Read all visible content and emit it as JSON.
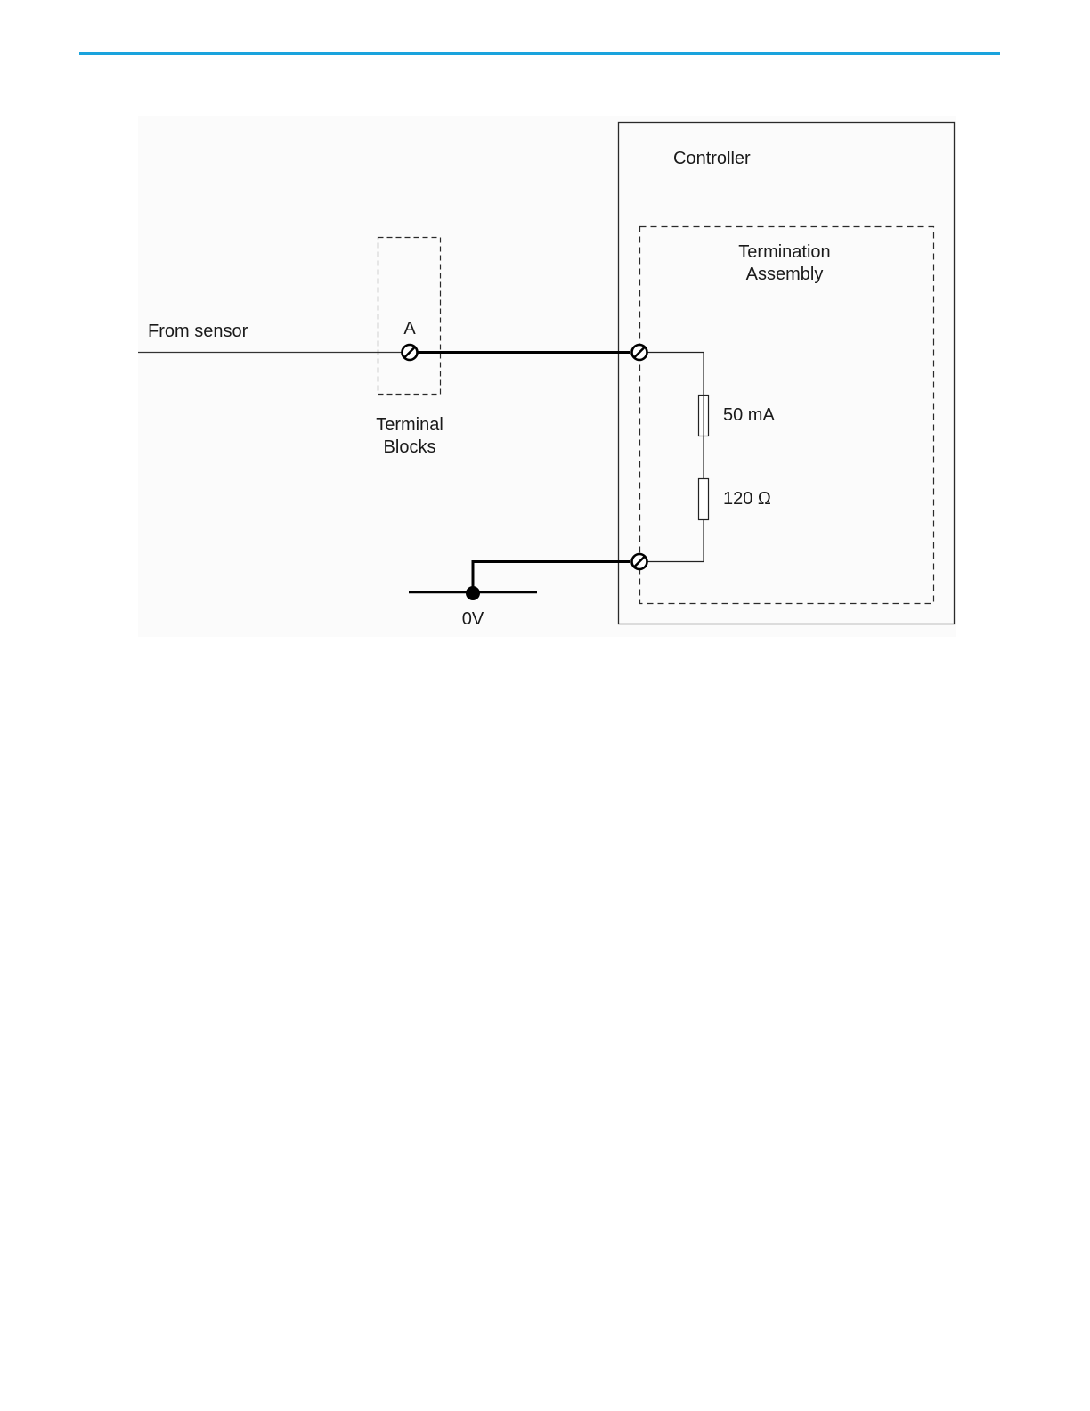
{
  "colors": {
    "rule": "#1aa3dd",
    "wire": "#000000",
    "panel": "#fbfbfb",
    "frame": "#2a2a2a"
  },
  "diagram": {
    "controller_label": "Controller",
    "termination_label_line1": "Termination",
    "termination_label_line2": "Assembly",
    "from_sensor_label": "From sensor",
    "terminal_a_label": "A",
    "terminal_blocks_line1": "Terminal",
    "terminal_blocks_line2": "Blocks",
    "fuse_label": "50 mA",
    "resistor_label": "120 Ω",
    "ground_label": "0V"
  },
  "icons": {
    "terminal": "screw-terminal-icon",
    "fuse": "fuse-icon",
    "resistor": "resistor-icon",
    "ground": "ground-node-icon"
  }
}
